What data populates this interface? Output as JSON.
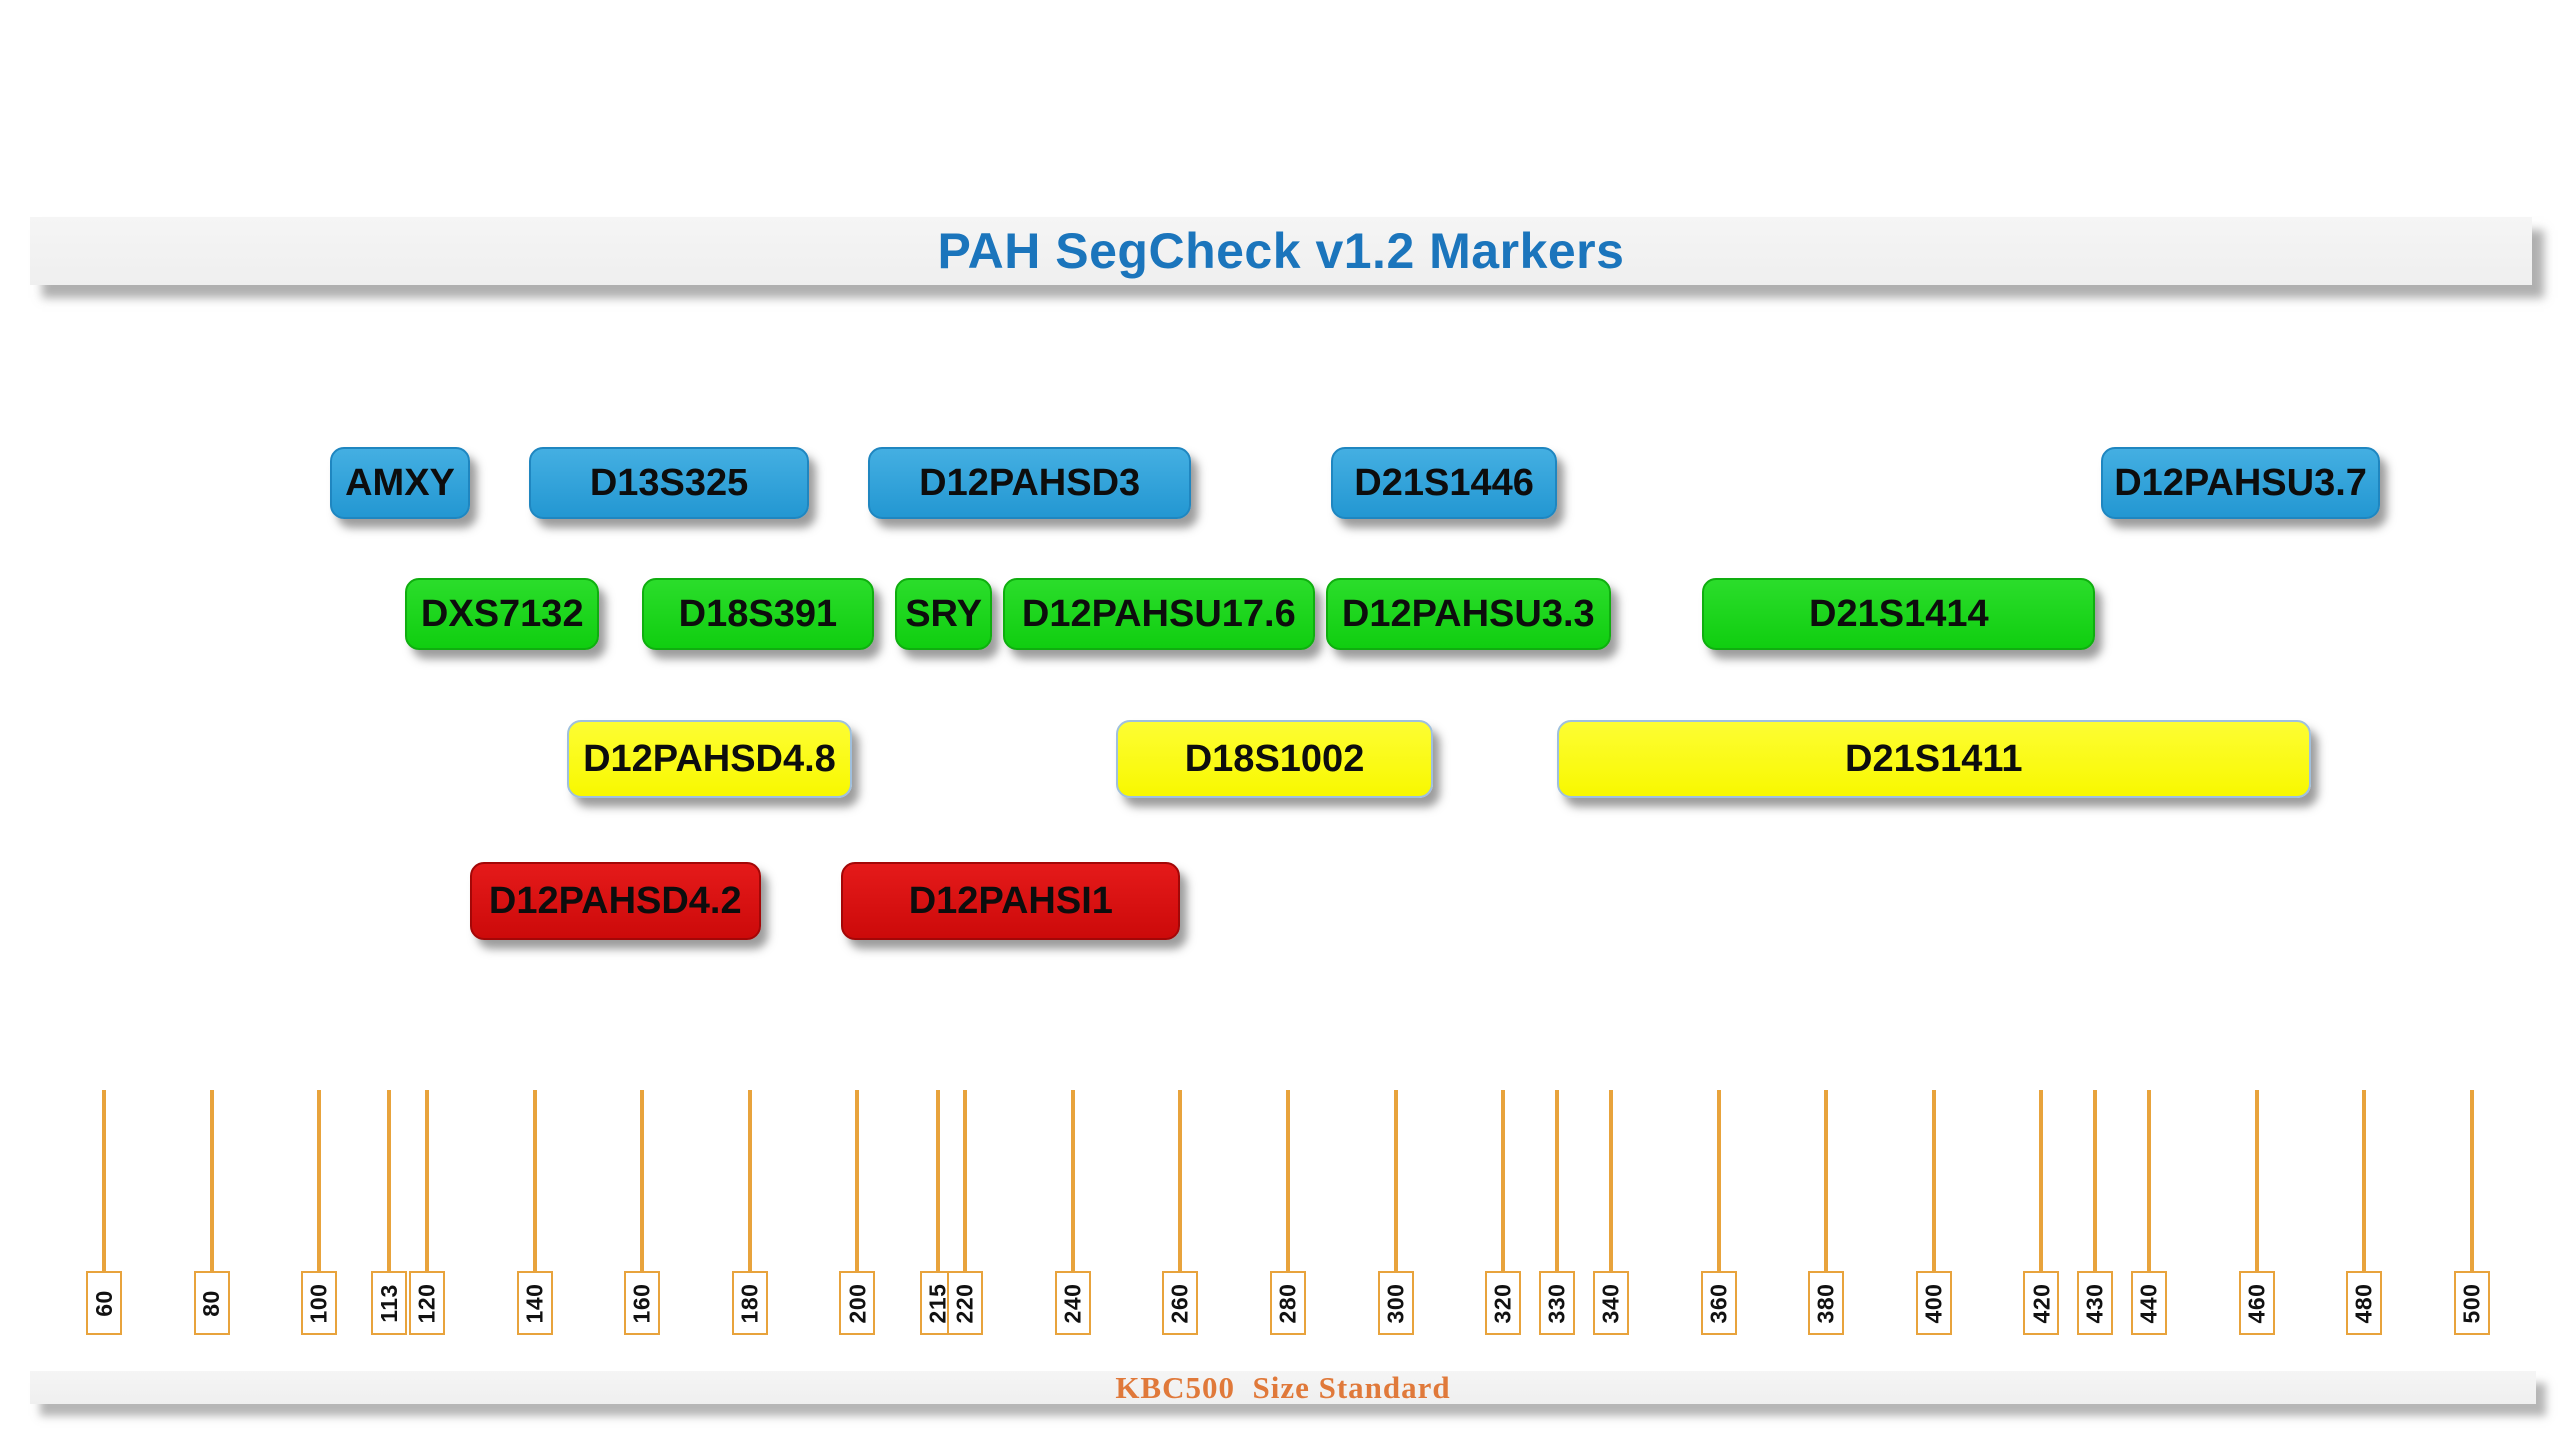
{
  "title": {
    "text": "PAH SegCheck v1.2 Markers",
    "color": "#1B75BC"
  },
  "footer": {
    "text": "KBC500  Size Standard",
    "color": "#E0793A"
  },
  "axis": {
    "label": "KBC500 Size Standard",
    "min_value": 60,
    "max_value": 500,
    "min_x": 104,
    "max_x": 2472,
    "tick_values": [
      60,
      80,
      100,
      113,
      120,
      140,
      160,
      180,
      200,
      215,
      220,
      240,
      260,
      280,
      300,
      320,
      330,
      340,
      360,
      380,
      400,
      420,
      430,
      440,
      460,
      480,
      500
    ],
    "line_color": "#E8A33C"
  },
  "lanes": [
    {
      "color": "blue",
      "markers": [
        {
          "label": "AMXY",
          "start": 102,
          "end": 128
        },
        {
          "label": "D13S325",
          "start": 139,
          "end": 191
        },
        {
          "label": "D12PAHSD3",
          "start": 202,
          "end": 262
        },
        {
          "label": "D21S1446",
          "start": 288,
          "end": 330
        },
        {
          "label": "D12PAHSU3.7",
          "start": 431,
          "end": 483
        }
      ]
    },
    {
      "color": "green",
      "markers": [
        {
          "label": "DXS7132",
          "start": 116,
          "end": 152
        },
        {
          "label": "D18S391",
          "start": 160,
          "end": 203
        },
        {
          "label": "SRY",
          "start": 207,
          "end": 225
        },
        {
          "label": "D12PAHSU17.6",
          "start": 227,
          "end": 285
        },
        {
          "label": "D12PAHSU3.3",
          "start": 287,
          "end": 340
        },
        {
          "label": "D21S1414",
          "start": 357,
          "end": 430
        }
      ]
    },
    {
      "color": "yellow",
      "markers": [
        {
          "label": "D12PAHSD4.8",
          "start": 146,
          "end": 199
        },
        {
          "label": "D18S1002",
          "start": 248,
          "end": 307
        },
        {
          "label": "D21S1411",
          "start": 330,
          "end": 470
        }
      ]
    },
    {
      "color": "red",
      "markers": [
        {
          "label": "D12PAHSD4.2",
          "start": 128,
          "end": 182
        },
        {
          "label": "D12PAHSI1",
          "start": 197,
          "end": 260
        }
      ]
    }
  ],
  "palette": {
    "blue": {
      "fill_top": "#44AFE2",
      "fill": "#2397D2",
      "border": "#1F86C0"
    },
    "green": {
      "fill_top": "#2BDD2B",
      "fill": "#10CE10",
      "border": "#0FAE0F"
    },
    "yellow": {
      "fill_top": "#FDFD33",
      "fill": "#F8F800",
      "border": "#9FC0DE"
    },
    "red": {
      "fill_top": "#E51A1A",
      "fill": "#CC0A0A",
      "border": "#A30707"
    }
  }
}
